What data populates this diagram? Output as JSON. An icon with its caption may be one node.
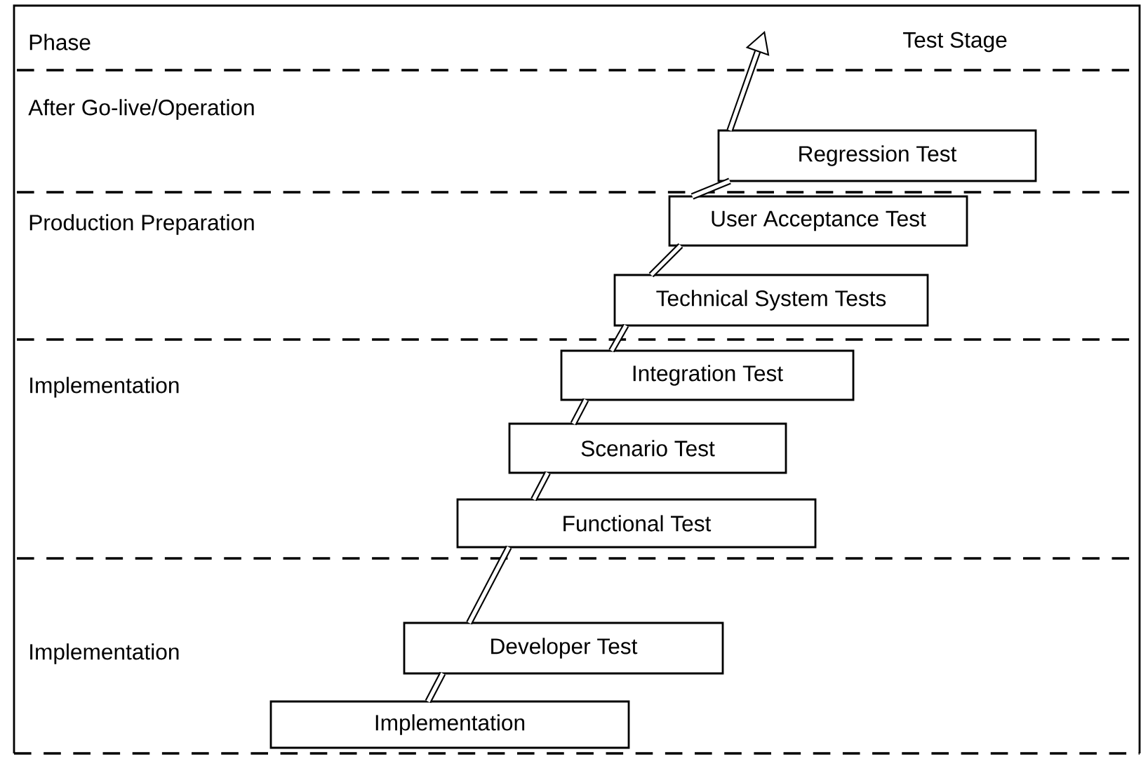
{
  "diagram": {
    "nodes": [
      {
        "text": [
          "Implementation"
        ]
      },
      {
        "text": [
          "Developer Test"
        ]
      },
      {
        "text": [
          "Functional Test"
        ]
      },
      {
        "text": [
          "Scenario Test"
        ]
      },
      {
        "text": [
          "Integration Test"
        ]
      },
      {
        "text": [
          "Technical System Tests"
        ]
      },
      {
        "text": [
          "User Acceptance Test"
        ]
      },
      {
        "text": [
          "Regression Test"
        ]
      }
    ],
    "edges": [
      {
        "from": 0,
        "to": 1,
        "arrow": "none"
      },
      {
        "from": 1,
        "to": 2,
        "arrow": "none"
      },
      {
        "from": 2,
        "to": 3,
        "arrow": "none"
      },
      {
        "from": 3,
        "to": 4,
        "arrow": "none"
      },
      {
        "from": 4,
        "to": 5,
        "arrow": "none"
      },
      {
        "from": 5,
        "to": 6,
        "arrow": "none"
      },
      {
        "from": 6,
        "to": 7,
        "arrow": "none"
      },
      {
        "from": 7,
        "to": null,
        "arrow": "to"
      }
    ],
    "labels": [
      "Phase",
      "Test Stage",
      "After Go-live/Operation",
      "Production Preparation",
      "Implementation",
      "Implementation"
    ]
  }
}
